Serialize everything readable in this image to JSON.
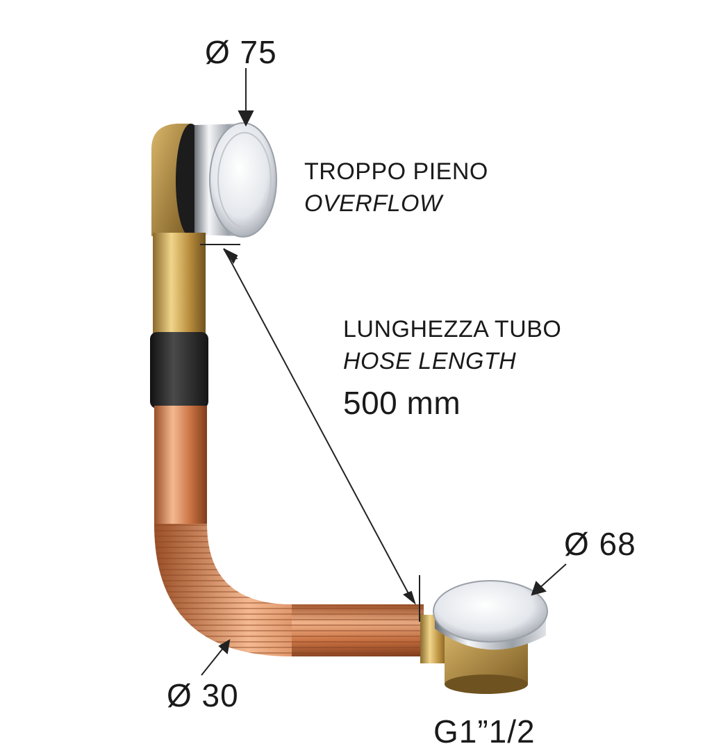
{
  "labels": {
    "overflow_diameter": "Ø 75",
    "overflow_it": "TROPPO PIENO",
    "overflow_en": "OVERFLOW",
    "hose_it": "LUNGHEZZA TUBO",
    "hose_en": "HOSE LENGTH",
    "hose_length": "500 mm",
    "waste_diameter": "Ø 68",
    "hose_diameter": "Ø 30",
    "thread": "G1”1/2"
  },
  "colors": {
    "brass": "#c9a456",
    "copper": "#d08a5c",
    "chrome": "#dcdfe4",
    "rubber": "#2b2b2b",
    "line": "#222222"
  }
}
